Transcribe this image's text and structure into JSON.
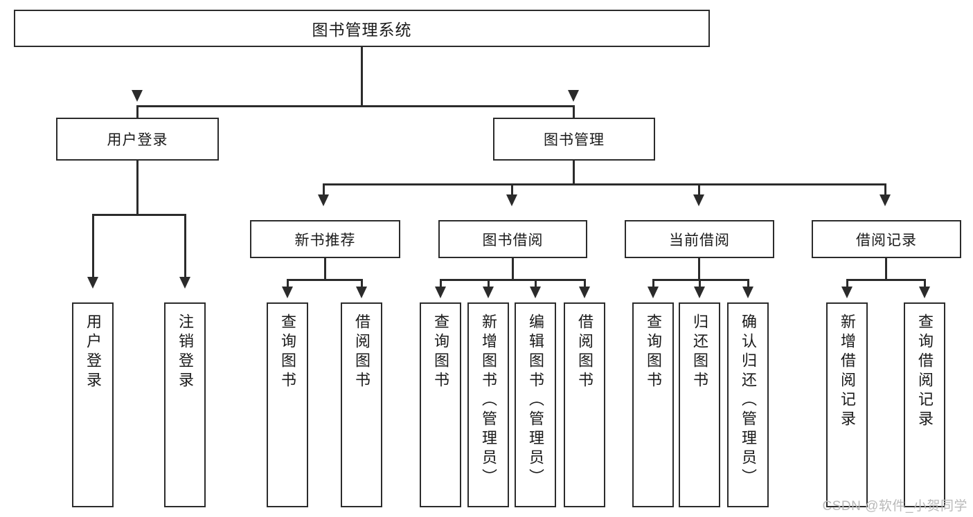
{
  "diagram": {
    "title": "图书管理系统",
    "type": "tree-hierarchy-chart",
    "root": {
      "label": "图书管理系统"
    },
    "level1": [
      {
        "label": "用户登录"
      },
      {
        "label": "图书管理"
      }
    ],
    "level2": [
      {
        "label": "新书推荐"
      },
      {
        "label": "图书借阅"
      },
      {
        "label": "当前借阅"
      },
      {
        "label": "借阅记录"
      }
    ],
    "leaves": {
      "user_login": [
        {
          "label": "用户登录"
        },
        {
          "label": "注销登录"
        }
      ],
      "new_book_recommend": [
        {
          "label": "查询图书"
        },
        {
          "label": "借阅图书"
        }
      ],
      "book_borrow": [
        {
          "label": "查询图书"
        },
        {
          "label": "新增图书（管理员）"
        },
        {
          "label": "编辑图书（管理员）"
        },
        {
          "label": "借阅图书"
        }
      ],
      "current_borrow": [
        {
          "label": "查询图书"
        },
        {
          "label": "归还图书"
        },
        {
          "label": "确认归还（管理员）"
        }
      ],
      "borrow_record": [
        {
          "label": "新增借阅记录"
        },
        {
          "label": "查询借阅记录"
        }
      ]
    }
  },
  "watermark": {
    "text": "CSDN @软件_小贺同学"
  },
  "colors": {
    "stroke": "#2b2b2b",
    "fill": "#ffffff",
    "text": "#1a1a1a",
    "watermark": "#b9b9b9"
  }
}
